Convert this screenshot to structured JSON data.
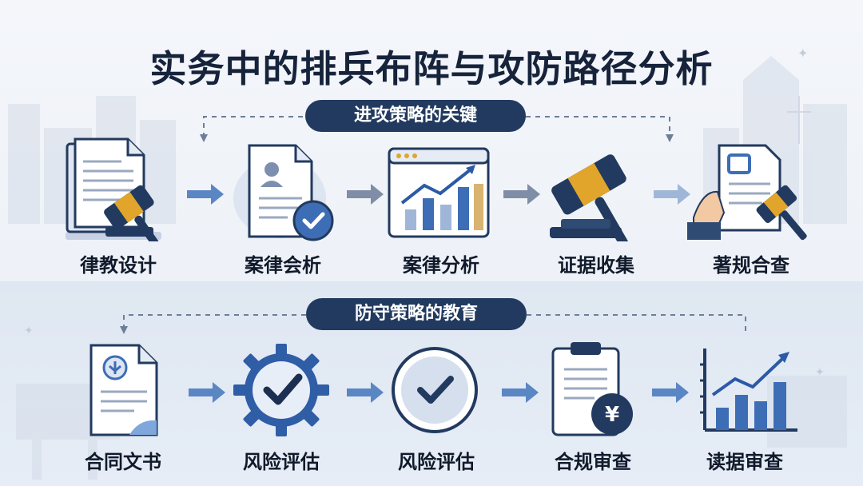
{
  "title": "实务中的排兵布阵与攻防路径分析",
  "offense": {
    "header": "进攻策略的关键",
    "steps": [
      {
        "label": "律教设计",
        "icon": "gavel-document-icon"
      },
      {
        "label": "案律会析",
        "icon": "profile-document-check-icon"
      },
      {
        "label": "案律分析",
        "icon": "growth-chart-icon"
      },
      {
        "label": "证据收集",
        "icon": "gavel-icon"
      },
      {
        "label": "著规合查",
        "icon": "hand-document-gavel-icon"
      }
    ]
  },
  "defense": {
    "header": "防守策略的教育",
    "steps": [
      {
        "label": "合同文书",
        "icon": "contract-document-icon"
      },
      {
        "label": "风险评估",
        "icon": "gear-check-icon"
      },
      {
        "label": "风险评估",
        "icon": "clock-check-icon"
      },
      {
        "label": "合规审查",
        "icon": "clipboard-yen-icon"
      },
      {
        "label": "读据审查",
        "icon": "bar-chart-trend-icon"
      }
    ]
  },
  "colors": {
    "navy": "#223a5f",
    "dark": "#16233b",
    "blue": "#3d6db5",
    "gold": "#e0a52a",
    "arrow": "#5b86c4"
  }
}
